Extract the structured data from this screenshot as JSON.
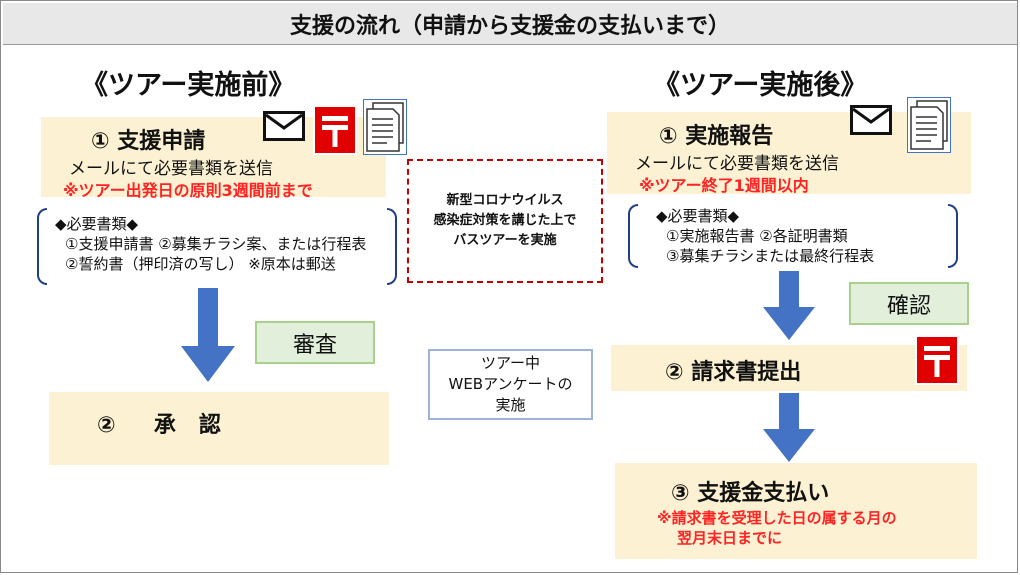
{
  "title": "支援の流れ（申請から支援金の支払いまで）",
  "before": {
    "heading": "《ツアー実施前》",
    "step1": {
      "title": "①  支援申請",
      "desc": "メールにて必要書類を送信",
      "note": "※ツアー出発日の原則3週間前まで"
    },
    "docs": {
      "header": "◆必要書類◆",
      "line1": "①支援申請書  ②募集チラシ案、または行程表",
      "line2": "②誓約書（押印済の写し） ※原本は郵送"
    },
    "review": "審査",
    "step2": {
      "title": "②     承   認"
    }
  },
  "middle": {
    "covid": [
      "新型コロナウイルス",
      "感染症対策を講じた上で",
      "バスツアーを実施"
    ],
    "survey": [
      "ツアー中",
      "WEBアンケートの",
      "実施"
    ]
  },
  "after": {
    "heading": "《ツアー実施後》",
    "step1": {
      "title": "①  実施報告",
      "desc": "メールにて必要書類を送信",
      "note": "※ツアー終了1週間以内"
    },
    "docs": {
      "header": "◆必要書類◆",
      "line1": "①実施報告書  ②各証明書類",
      "line2": "③募集チラシまたは最終行程表"
    },
    "confirm": "確認",
    "step2": {
      "title": "②  請求書提出"
    },
    "step3": {
      "title": "③  支援金支払い",
      "note": [
        "※請求書を受理した日の属する月の",
        "翌月末日までに"
      ]
    }
  },
  "colors": {
    "box_fill": "#fcf2d3",
    "arrow": "#4472c4",
    "note_red": "#ff2323",
    "post_red": "#e00000",
    "green_fill": "#e2efda",
    "dashed_border": "#c00000"
  },
  "icons": [
    "mail-icon",
    "post-office-icon",
    "document-icon"
  ]
}
